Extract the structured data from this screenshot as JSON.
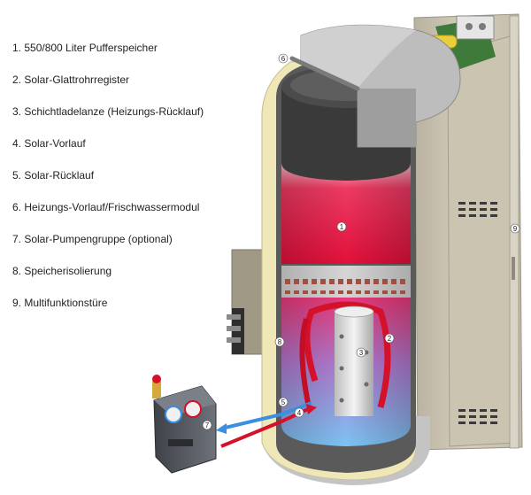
{
  "legend": {
    "items": [
      "1. 550/800 Liter Pufferspeicher",
      "2. Solar-Glattrohrregister",
      "3. Schichtladelanze (Heizungs-Rücklauf)",
      "4. Solar-Vorlauf",
      "5. Solar-Rücklauf",
      "6. Heizungs-Vorlauf/Frischwassermodul",
      "7. Solar-Pumpengruppe (optional)",
      "8. Speicherisolierung",
      "9. Multifunktionstüre"
    ]
  },
  "markers": {
    "m1": "1",
    "m2": "2",
    "m3": "3",
    "m4": "4",
    "m5": "5",
    "m6": "6",
    "m7": "7",
    "m8": "8",
    "m9": "9"
  },
  "colors": {
    "tank_hot": "#e8103a",
    "tank_cold": "#6fb8f0",
    "insulation": "#efe7b8",
    "housing": "#cfc8b6",
    "solar_supply": "#d4102a",
    "solar_return": "#3a8fe0"
  }
}
